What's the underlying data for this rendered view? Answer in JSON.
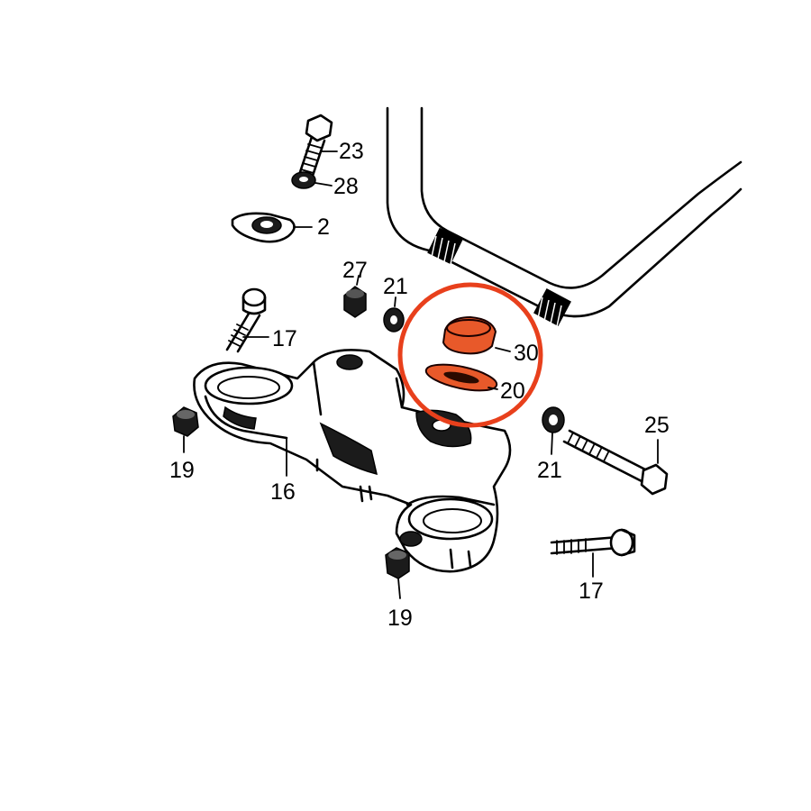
{
  "diagram": {
    "labels": {
      "part_23": "23",
      "part_28": "28",
      "part_2": "2",
      "part_27": "27",
      "part_21_top": "21",
      "part_17_left": "17",
      "part_30": "30",
      "part_20": "20",
      "part_25": "25",
      "part_21_right": "21",
      "part_19_left": "19",
      "part_16": "16",
      "part_17_right": "17",
      "part_19_bottom": "19"
    },
    "highlight": {
      "circle_color": "#e8401c",
      "part_fill_color": "#e8592a"
    }
  }
}
